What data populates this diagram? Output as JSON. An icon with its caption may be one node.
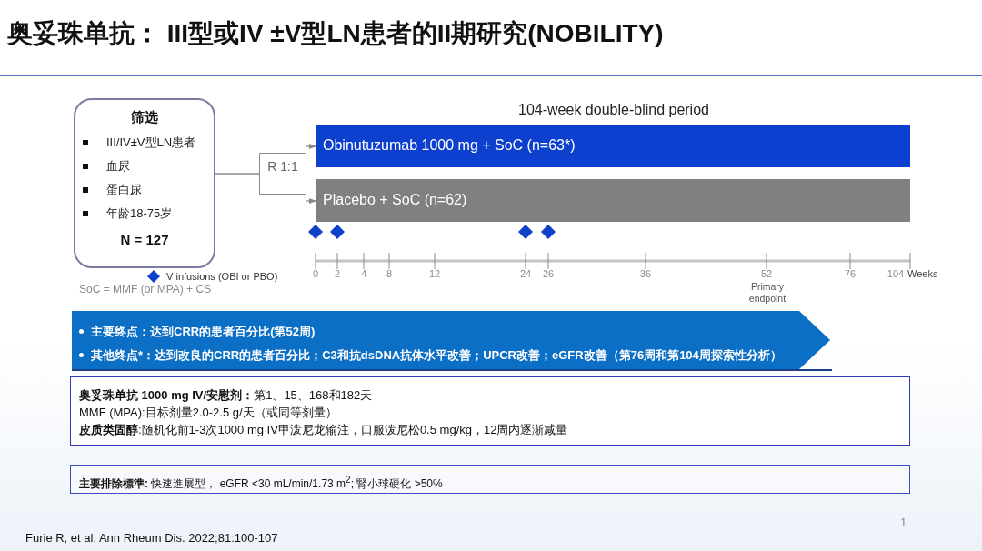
{
  "diagram": {
    "title": "奥妥珠单抗： III型或IV ±V型LN患者的II期研究(NOBILITY)",
    "nodes": [
      {
        "text": [
          "筛选",
          "III/IV±V型LN患者",
          "血尿",
          "蛋白尿",
          "年龄18-75岁",
          "N = 127"
        ]
      },
      {
        "text": [
          "R 1:1"
        ]
      },
      {
        "text": [
          "Obinutuzumab 1000 mg + SoC (n=63*)"
        ]
      },
      {
        "text": [
          "Placebo + SoC (n=62)"
        ]
      },
      {
        "text": [
          "主要终点：达到CRR的患者百分比(第52周)",
          "其他终点*：达到改良的CRR的患者百分比；C3和抗dsDNA抗体水平改善；UPCR改善；eGFR改善（第76周和第104周探索性分析）"
        ]
      },
      {
        "text": [
          "**奥妥珠单抗 1000 mg IV/安慰剂：**第1、15、168和182天",
          "MMF (MPA):目标剂量2.0-2.5 g/天（或同等剂量）",
          "**皮质类固醇**:随机化前1-3次1000 mg IV甲泼尼龙输注，口服泼尼松0.5 mg/kg，12周内逐渐减量"
        ]
      },
      {
        "text": [
          "**主要排除標準:** 快速進展型， eGFR <30 mL/min/1.73 m$^{2}$; 腎小球硬化 >50%"
        ]
      }
    ],
    "edges": [
      {
        "from": 0,
        "to": 1,
        "arrow": "none"
      },
      {
        "from": 1,
        "to": 2,
        "arrow": "to"
      },
      {
        "from": 1,
        "to": 3,
        "arrow": "to"
      }
    ],
    "labels": [
      "104-week double-blind period",
      "0",
      "2",
      "4",
      "8",
      "12",
      "24",
      "26",
      "36",
      "52",
      "76",
      "104",
      "Weeks",
      "Primary endpoint",
      "SoC = MMF (or MPA) + CS",
      "Furie R, et al. Ann Rheum Dis. 2022;81:100-107",
      "1"
    ],
    "legend": [
      {
        "text": "IV infusions (OBI or PBO)"
      }
    ]
  }
}
